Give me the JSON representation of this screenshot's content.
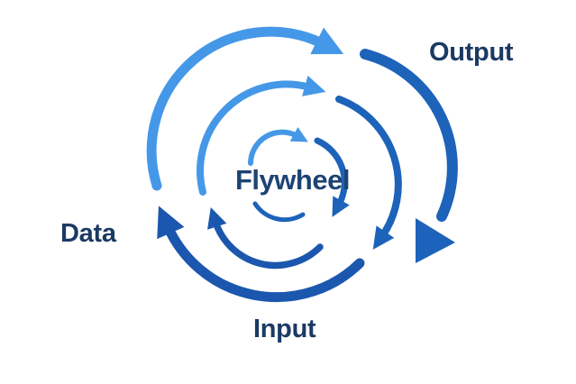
{
  "diagram": {
    "title": "Flywheel",
    "labels": {
      "output": "Output",
      "data": "Data",
      "input": "Input"
    },
    "colors": {
      "light_blue": "#4598E7",
      "right_blue": "#1C63B9",
      "bottom_blue": "#1B57AE",
      "big_arrow_blue": "#1D63BB",
      "label_text": "#1B3A63",
      "title_text": "#1D4373",
      "background": "#FFFFFF"
    }
  }
}
